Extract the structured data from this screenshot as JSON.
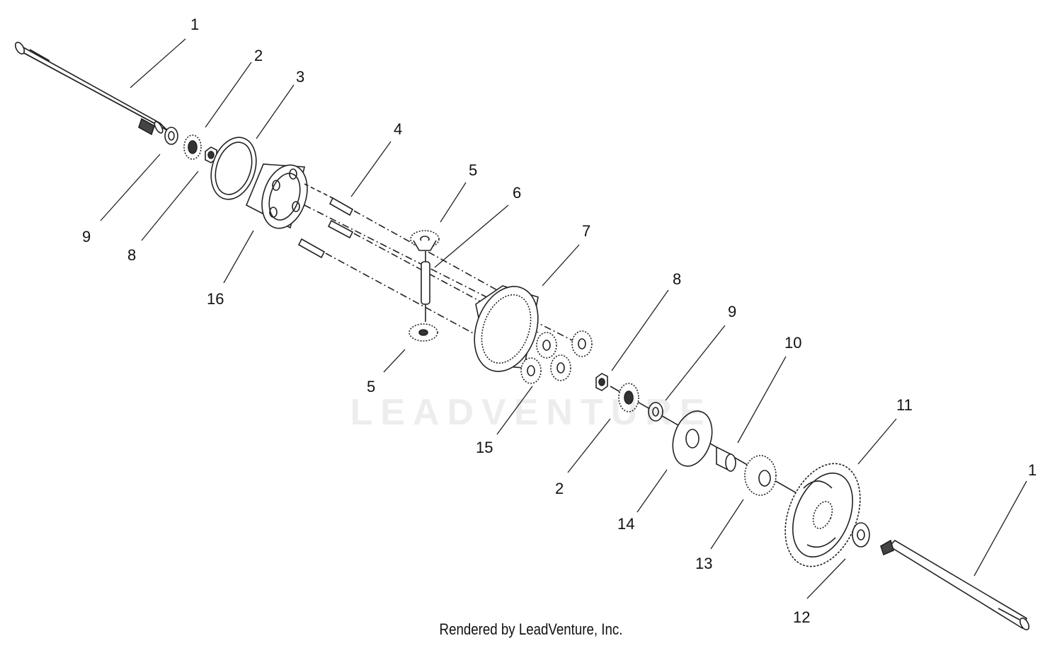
{
  "watermark": "LEADVENTURE",
  "footer": "Rendered by LeadVenture, Inc.",
  "callouts": {
    "c1a": "1",
    "c2a": "2",
    "c3": "3",
    "c4": "4",
    "c5a": "5",
    "c5b": "5",
    "c6": "6",
    "c7": "7",
    "c8a": "8",
    "c8b": "8",
    "c9a": "9",
    "c9b": "9",
    "c10": "10",
    "c11": "11",
    "c12": "12",
    "c13": "13",
    "c14": "14",
    "c15": "15",
    "c16": "16",
    "c1b": "1",
    "c2b": "2"
  }
}
